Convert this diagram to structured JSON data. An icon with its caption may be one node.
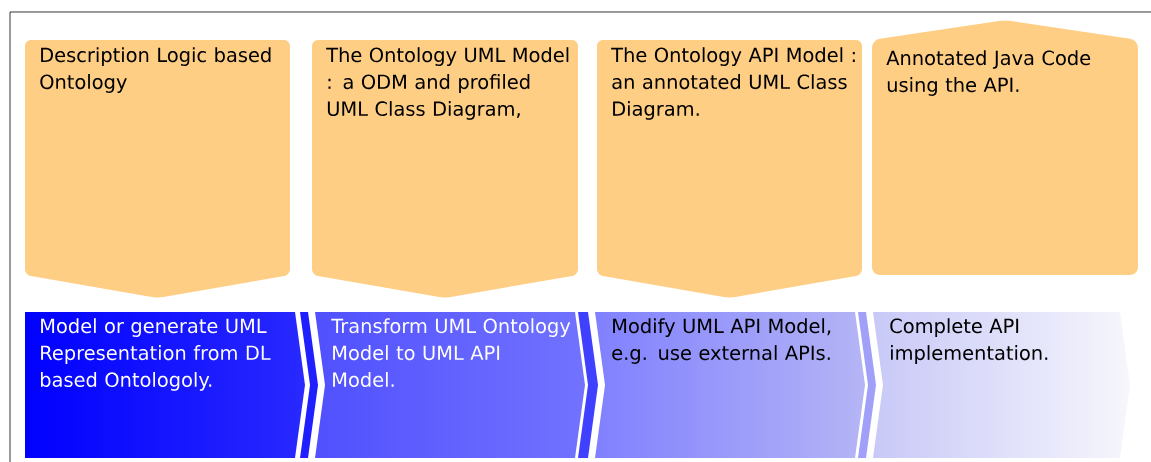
{
  "diagram": {
    "nodes": [
      {
        "text": [
          "Description Logic based Ontology"
        ]
      },
      {
        "text": [
          "The Ontology UML Model : a ODM and profiled UML Class Diagram,"
        ]
      },
      {
        "text": [
          "The Ontology API Model : an annotated UML Class Diagram."
        ]
      },
      {
        "text": [
          "Annotated Java Code using the API."
        ]
      },
      {
        "text": [
          "Model or generate UML Representation from DL based Ontologoly."
        ]
      },
      {
        "text": [
          "Transform UML Ontology Model to UML API Model."
        ]
      },
      {
        "text": [
          "Modify UML API Model, e.g. use external APIs."
        ]
      },
      {
        "text": [
          "Complete API implementation."
        ]
      }
    ]
  }
}
